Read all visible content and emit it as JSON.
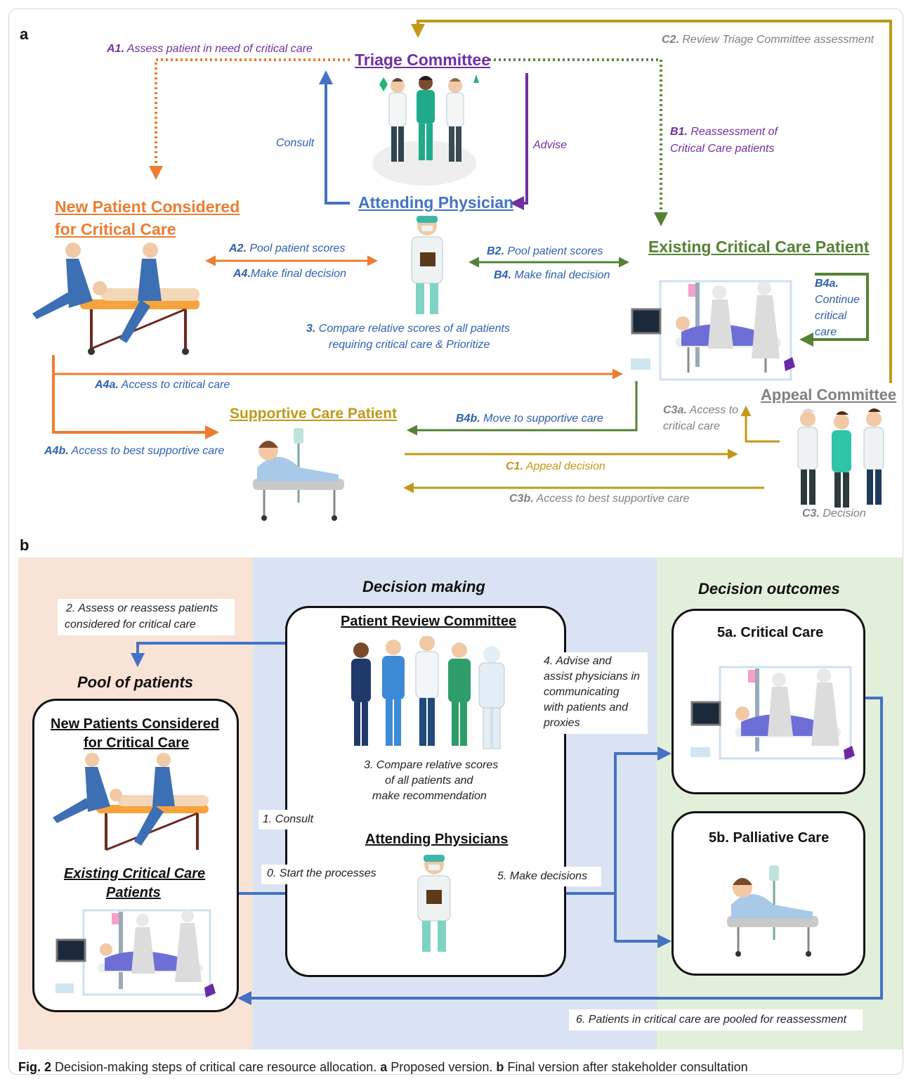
{
  "colors": {
    "orange": "#ed7d31",
    "blue": "#4472c4",
    "purple": "#7030a0",
    "green": "#548235",
    "dashgreen": "#5a8a3a",
    "gold": "#c09a18",
    "gray": "#808080",
    "bg_pink": "#f8e3d6",
    "bg_blue": "#dae3f3",
    "bg_green": "#e2efda"
  },
  "panel_a": {
    "letter": "a",
    "triage_committee": "Triage Committee",
    "attending_physician": "Attending Physician",
    "new_patient_line1": "New Patient Considered",
    "new_patient_line2": "for Critical Care",
    "existing_patient": "Existing Critical Care Patient",
    "supportive_patient": "Supportive Care Patient",
    "appeal_committee": "Appeal Committee",
    "a1_code": "A1.",
    "a1_text": "Assess patient in need of critical care",
    "c2_code": "C2.",
    "c2_text": "Review Triage Committee assessment",
    "consult": "Consult",
    "advise": "Advise",
    "b1_code": "B1.",
    "b1_text1": "Reassessment of",
    "b1_text2": "Critical Care patients",
    "a2_code": "A2.",
    "a2_text": "Pool patient scores",
    "a4_code": "A4.",
    "a4_text": "Make final decision",
    "b2_code": "B2.",
    "b2_text": "Pool patient scores",
    "b4_code": "B4.",
    "b4_text": "Make final decision",
    "b4a_code": "B4a.",
    "b4a_1": "Continue",
    "b4a_2": "critical",
    "b4a_3": "care",
    "step3_code": "3.",
    "step3_line1": "Compare relative scores of all patients",
    "step3_line2": "requiring critical care & Prioritize",
    "a4a_code": "A4a.",
    "a4a_text": "Access to critical care",
    "a4b_code": "A4b.",
    "a4b_text": "Access to best supportive care",
    "b4b_code": "B4b.",
    "b4b_text": "Move to supportive care",
    "c3a_code": "C3a.",
    "c3a_text1": "Access to",
    "c3a_text2": "critical care",
    "c1_code": "C1.",
    "c1_text": "Appeal decision",
    "c3b_code": "C3b.",
    "c3b_text": "Access to best supportive care",
    "c3_code": "C3.",
    "c3_text": "Decision"
  },
  "panel_b": {
    "letter": "b",
    "decision_making": "Decision making",
    "decision_outcomes": "Decision outcomes",
    "pool_of_patients": "Pool of patients",
    "new_patients_line1": "New Patients Considered",
    "new_patients_line2": "for Critical Care",
    "existing_line1": "Existing Critical Care",
    "existing_line2": "Patients",
    "step2_line1": "2. Assess or reassess patients",
    "step2_line2": "considered for critical care",
    "patient_review_committee": "Patient Review Committee",
    "step3_line1": "3. Compare relative scores",
    "step3_line2": "of all patients and",
    "step3_line3": "make recommendation",
    "attending_physicians": "Attending Physicians",
    "step1": "1. Consult",
    "step0": "0. Start the processes",
    "step4_line1": "4.  Advise and",
    "step4_line2": "assist physicians in",
    "step4_line3": "communicating",
    "step4_line4": "with patients and",
    "step4_line5": "proxies",
    "step5": "5. Make  decisions",
    "outcome_5a": "5a. Critical Care",
    "outcome_5b": "5b. Palliative Care",
    "step6": "6. Patients in critical care are pooled for reassessment"
  },
  "caption": {
    "fig": "Fig. 2",
    "text1": "Decision-making steps of critical care resource allocation.",
    "a": "a",
    "text2": "Proposed version.",
    "b": "b",
    "text3": "Final version after stakeholder consultation"
  }
}
